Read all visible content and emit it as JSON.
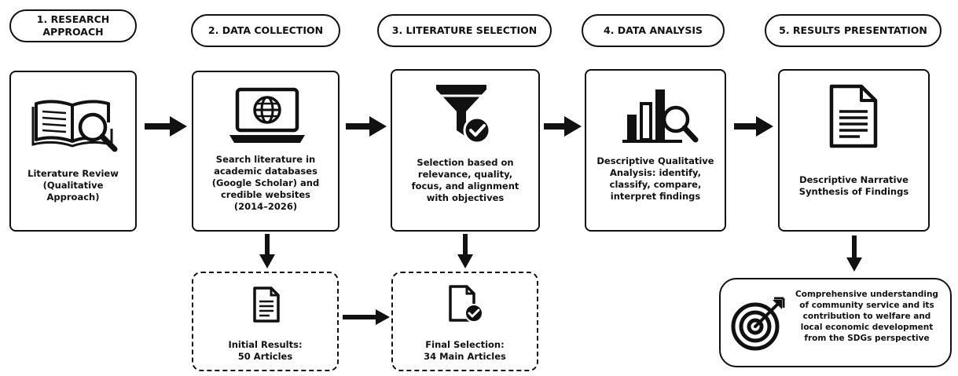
{
  "steps": [
    {
      "header": "1. RESEARCH\nAPPROACH",
      "body": "Literature Review\n(Qualitative Approach)",
      "icon": "book-magnifier-icon"
    },
    {
      "header": "2. DATA COLLECTION",
      "body": "Search literature in\nacademic databases\n(Google Scholar) and\ncredible websites\n(2014–2026)",
      "icon": "laptop-globe-icon"
    },
    {
      "header": "3. LITERATURE SELECTION",
      "body": "Selection based on\nrelevance, quality,\nfocus, and alignment\nwith objectives",
      "icon": "funnel-check-icon"
    },
    {
      "header": "4. DATA ANALYSIS",
      "body": "Descriptive Qualitative\nAnalysis: identify,\nclassify, compare,\ninterpret findings",
      "icon": "bar-chart-magnifier-icon"
    },
    {
      "header": "5. RESULTS PRESENTATION",
      "body": "Descriptive Narrative\nSynthesis of Findings",
      "icon": "document-icon"
    }
  ],
  "sub_results": [
    {
      "text": "Initial Results:\n50 Articles",
      "icon": "document-icon"
    },
    {
      "text": "Final Selection:\n34 Main Articles",
      "icon": "document-check-icon"
    }
  ],
  "outcome": {
    "text": "Comprehensive understanding\nof community service and its\ncontribution to welfare and\nlocal economic development\nfrom the SDGs perspective",
    "icon": "target-arrow-icon"
  }
}
